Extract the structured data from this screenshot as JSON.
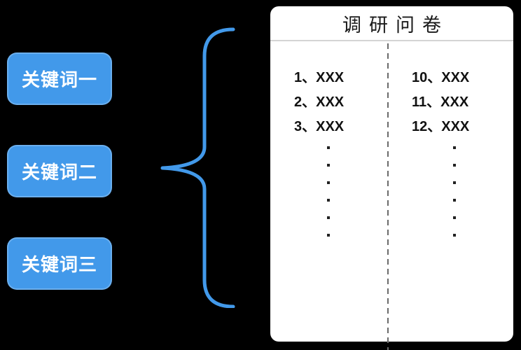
{
  "keywords": {
    "items": [
      {
        "label": "关键词一"
      },
      {
        "label": "关键词二"
      },
      {
        "label": "关键词三"
      }
    ]
  },
  "panel": {
    "title": "调研问卷",
    "columns": [
      {
        "items": [
          "1、XXX",
          "2、XXX",
          "3、XXX"
        ]
      },
      {
        "items": [
          "10、XXX",
          "11、XXX",
          "12、XXX"
        ]
      }
    ],
    "dots_per_column": 6
  },
  "colors": {
    "background": "#000000",
    "keyword_fill": "#4299EA",
    "keyword_text": "#FFFFFF",
    "brace": "#4299EA",
    "panel_bg": "#FFFFFF",
    "panel_text": "#111111",
    "title_separator": "#D4D4D4",
    "dashed_divider": "#6A6A6A",
    "dot": "#222222"
  }
}
